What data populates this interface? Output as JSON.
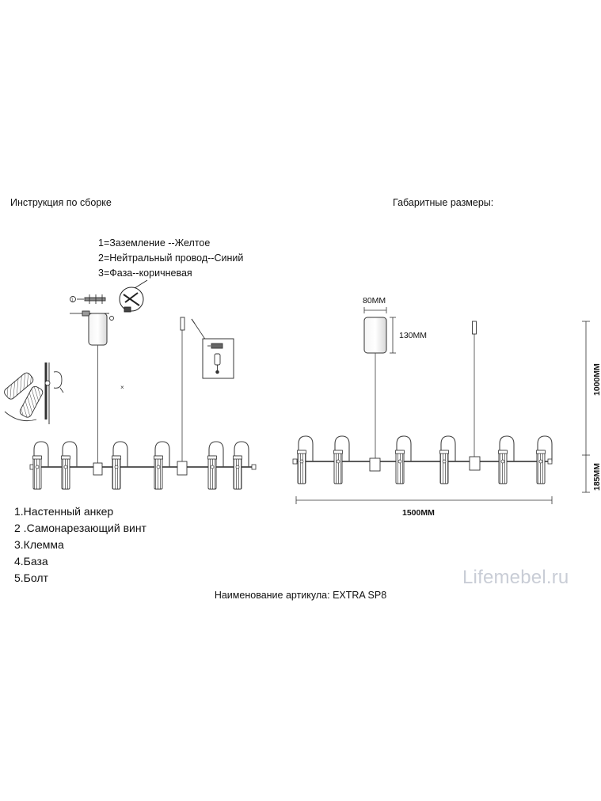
{
  "headings": {
    "assembly": "Инструкция по сборке",
    "dimensions": "Габаритные размеры:"
  },
  "wiring": [
    "1=Заземление --Желтое",
    "2=Нейтральный провод--Синий",
    "3=Фаза--коричневая"
  ],
  "parts": [
    "1.Настенный анкер",
    "2 .Самонарезающий винт",
    "3.Клемма",
    "4.База",
    "5.Болт"
  ],
  "dimension_labels": {
    "canopy_width": "80MM",
    "canopy_height": "130MM",
    "total_width": "1500MM",
    "drop_height": "1000MM",
    "fixture_height": "185MM"
  },
  "article": "Наименование артикула: EXTRA SP8",
  "watermark": "Lifemebel.ru",
  "icons": [
    "wire-connector-icon",
    "swivel-spot-icon",
    "hook-mount-icon"
  ]
}
